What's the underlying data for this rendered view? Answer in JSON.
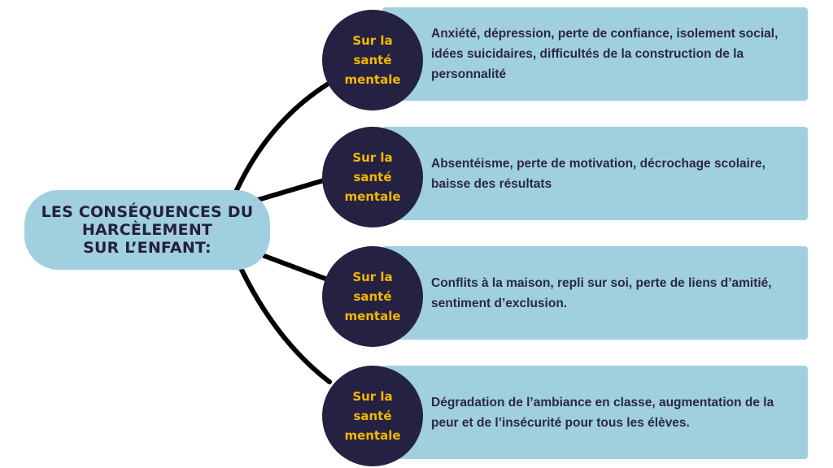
{
  "diagram": {
    "type": "mind-map",
    "root": {
      "lines": [
        "LES CONSÉQUENCES DU",
        "HARCÈLEMENT",
        "SUR L’ENFANT:"
      ]
    },
    "branches": [
      {
        "label_lines": [
          "Sur la",
          "santé",
          "mentale"
        ],
        "description": "Anxiété, dépression, perte de confiance, isolement social, idées suicidaires, difficultés de la construction de la personnalité"
      },
      {
        "label_lines": [
          "Sur la",
          "santé",
          "mentale"
        ],
        "description": "Absentéisme, perte de motivation, décrochage scolaire, baisse des résultats"
      },
      {
        "label_lines": [
          "Sur la",
          "santé",
          "mentale"
        ],
        "description": "Conflits à la maison, repli sur soi, perte de liens d’amitié, sentiment d’exclusion."
      },
      {
        "label_lines": [
          "Sur la",
          "santé",
          "mentale"
        ],
        "description": "Dégradation de l’ambiance en classe, augmentation de la peur et de l’insécurité pour tous les élèves."
      }
    ],
    "colors": {
      "box_fill": "#a0cfe0",
      "circle_fill": "#252142",
      "circle_text": "#f5b800",
      "body_text": "#2b2748",
      "connector": "#000000"
    }
  }
}
